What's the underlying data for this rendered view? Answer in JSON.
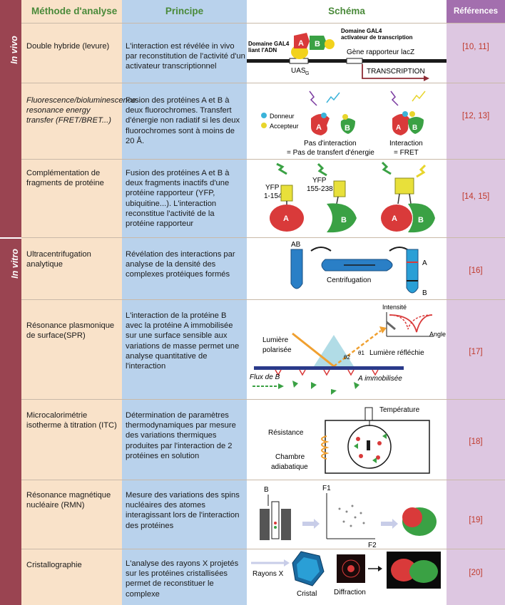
{
  "headers": {
    "methode": "Méthode d'analyse",
    "principe": "Principe",
    "schema": "Schéma",
    "references": "Références"
  },
  "side": {
    "in_vivo": "In vivo",
    "in_vitro": "In vitro"
  },
  "rows": [
    {
      "methode": "Double hybride (levure)",
      "principe": "L'interaction est révélée in vivo par reconstitution de l'activité d'un activateur transcriptionnel",
      "reference": "[10, 11]",
      "schema": {
        "dom_adn": "Domaine GAL4",
        "dom_adn2": "liant l'ADN",
        "dom_act": "Domaine GAL4",
        "dom_act2": "activateur de transcription",
        "prot_a": "A",
        "prot_b": "B",
        "gene": "Gène rapporteur lacZ",
        "uas": "UAS",
        "uas_sub": "G",
        "transcription": "TRANSCRIPTION"
      }
    },
    {
      "methode": "Fluorescence/bioluminescence resonance energy transfer (FRET/BRET...)",
      "principe": "Fusion des protéines A et B à deux fluorochromes. Transfert d'énergie non radiatif si les deux fluorochromes sont à moins de 20 Å.",
      "reference": "[12, 13]",
      "schema": {
        "donneur": "Donneur",
        "accepteur": "Accepteur",
        "pas_inter": "Pas d'interaction",
        "pas_transfert": "= Pas de transfert d'énergie",
        "interaction": "Interaction",
        "fret": "= FRET",
        "a": "A",
        "b": "B"
      }
    },
    {
      "methode": "Complémentation de fragments de protéine",
      "principe": "Fusion des protéines A et B à deux fragments inactifs d'une protéine rapporteur (YFP, ubiquitine...). L'interaction reconstitue l'activité de la protéine rapporteur",
      "reference": "[14, 15]",
      "schema": {
        "yfp1": "YFP",
        "yfp1_range": "1-154",
        "yfp2": "YFP",
        "yfp2_range": "155-238",
        "a": "A",
        "b": "B"
      }
    },
    {
      "methode": "Ultracentrifugation analytique",
      "principe": "Révélation des interactions par analyse de la densité des complexes protéiques formés",
      "reference": "[16]",
      "schema": {
        "ab": "AB",
        "centri": "Centrifugation",
        "a": "A",
        "b": "B"
      }
    },
    {
      "methode": "Résonance plasmonique de surface(SPR)",
      "principe": "L'interaction de la protéine B avec la protéine A immobilisée sur une surface sensible aux variations de masse permet une analyse quantitative de l'interaction",
      "reference": "[17]",
      "schema": {
        "intensite": "Intensité",
        "angle": "Angle",
        "theta2": "θ2",
        "theta1": "θ1",
        "lumiere": "Lumière",
        "polarisee": "polarisée",
        "reflechie": "Lumière réfléchie",
        "flux": "Flux de B",
        "immob": "A immobilisée"
      }
    },
    {
      "methode": "Microcalorimétrie isotherme à titration (ITC)",
      "principe": "Détermination de paramètres thermodynamiques par mesure des variations thermiques produites par l'interaction de 2 protéines en solution",
      "reference": "[18]",
      "schema": {
        "temperature": "Température",
        "resistance": "Résistance",
        "chambre": "Chambre",
        "adiabatique": "adiabatique"
      }
    },
    {
      "methode": "Résonance magnétique nucléaire (RMN)",
      "principe": "Mesure des variations des spins nucléaires des atomes interagissant lors de l'interaction des protéines",
      "reference": "[19]",
      "schema": {
        "b": "B",
        "f1": "F1",
        "f2": "F2"
      }
    },
    {
      "methode": "Cristallographie",
      "principe": "L'analyse des rayons X projetés sur les protéines cristallisées permet de reconstituer le complexe",
      "reference": "[20]",
      "schema": {
        "rayons": "Rayons X",
        "cristal": "Cristal",
        "diffraction": "Diffraction"
      }
    }
  ]
}
